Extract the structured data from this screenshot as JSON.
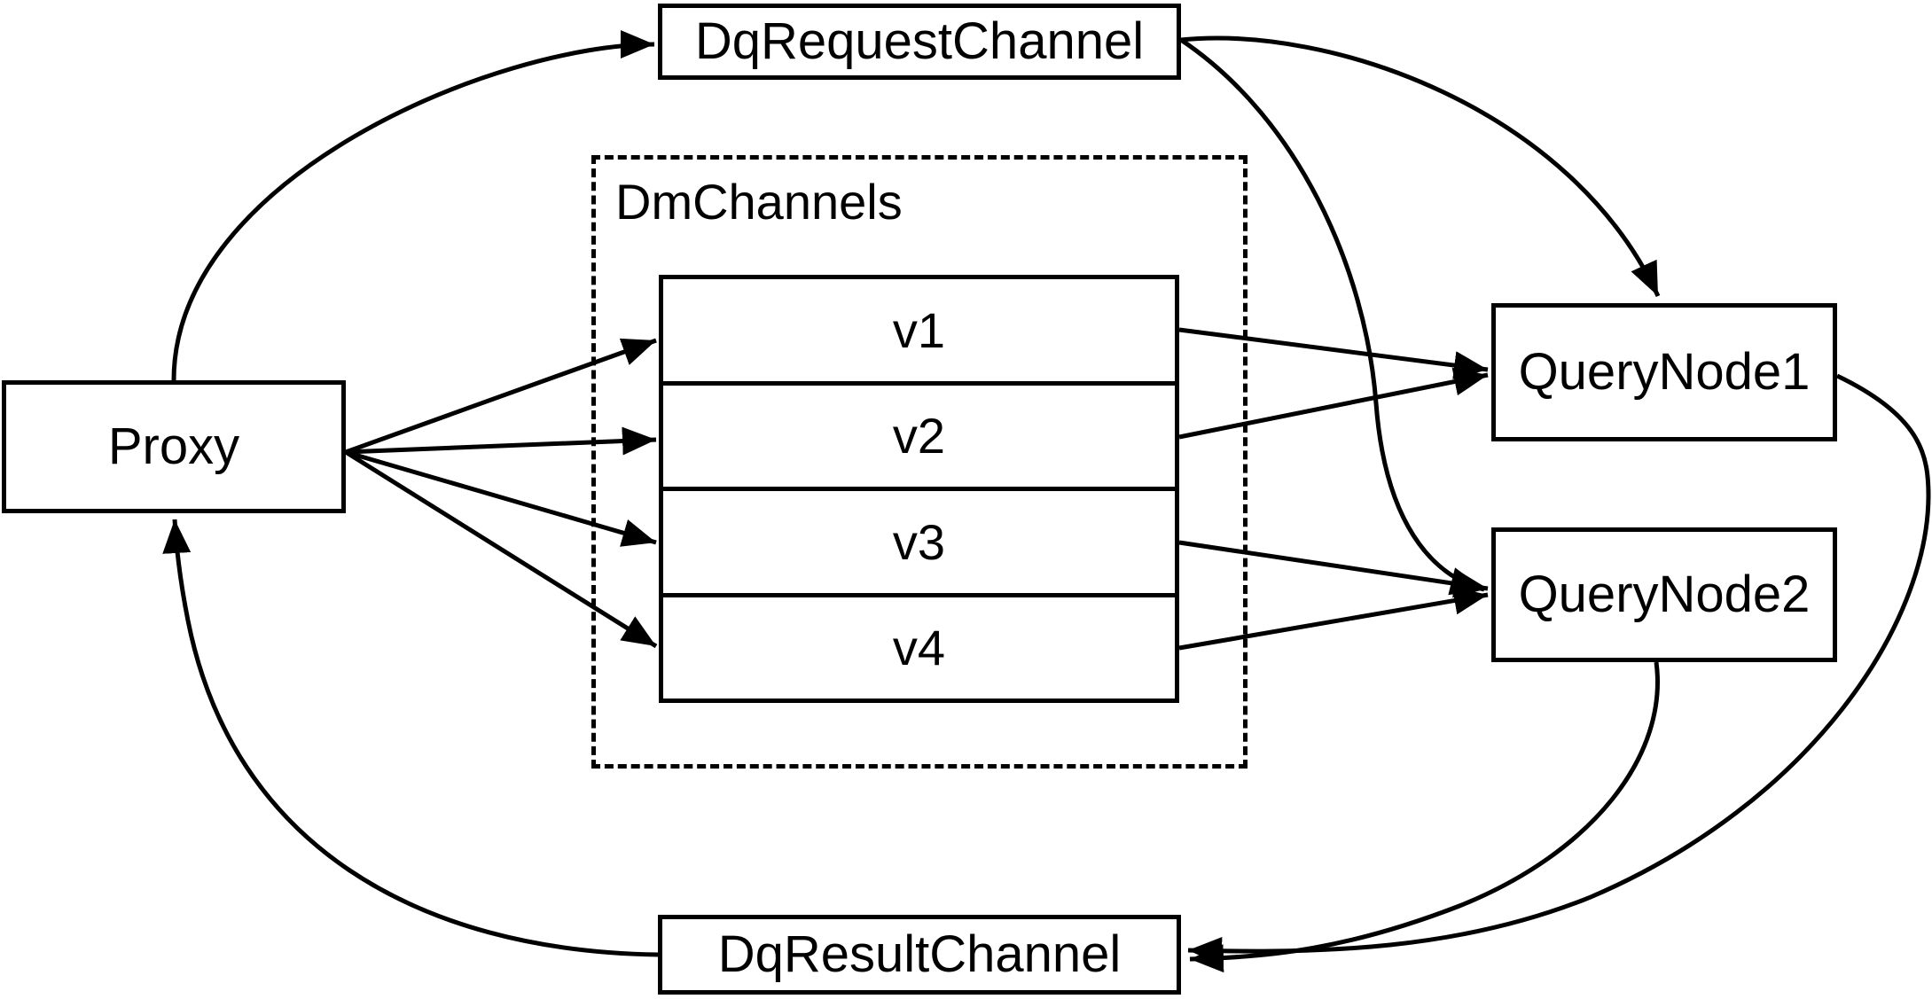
{
  "diagram": {
    "colors": {
      "line": "#000000",
      "background": "#ffffff"
    },
    "nodes": {
      "proxy": {
        "label": "Proxy"
      },
      "dq_request_channel": {
        "label": "DqRequestChannel"
      },
      "dq_result_channel": {
        "label": "DqResultChannel"
      },
      "dm_channels": {
        "label": "DmChannels",
        "channels": [
          "v1",
          "v2",
          "v3",
          "v4"
        ]
      },
      "query_node_1": {
        "label": "QueryNode1"
      },
      "query_node_2": {
        "label": "QueryNode2"
      }
    },
    "edges": [
      {
        "from": "Proxy",
        "to": "DqRequestChannel"
      },
      {
        "from": "Proxy",
        "to": "v1"
      },
      {
        "from": "Proxy",
        "to": "v2"
      },
      {
        "from": "Proxy",
        "to": "v3"
      },
      {
        "from": "Proxy",
        "to": "v4"
      },
      {
        "from": "v1",
        "to": "QueryNode1"
      },
      {
        "from": "v2",
        "to": "QueryNode1"
      },
      {
        "from": "v3",
        "to": "QueryNode2"
      },
      {
        "from": "v4",
        "to": "QueryNode2"
      },
      {
        "from": "DqRequestChannel",
        "to": "QueryNode1"
      },
      {
        "from": "DqRequestChannel",
        "to": "QueryNode2"
      },
      {
        "from": "QueryNode1",
        "to": "DqResultChannel"
      },
      {
        "from": "QueryNode2",
        "to": "DqResultChannel"
      },
      {
        "from": "DqResultChannel",
        "to": "Proxy"
      }
    ]
  }
}
